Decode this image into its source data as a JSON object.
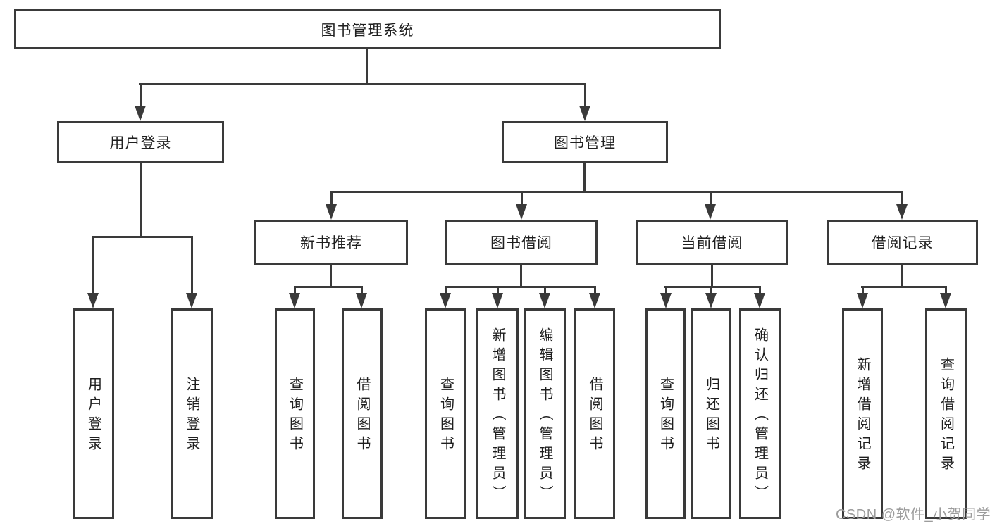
{
  "diagram": {
    "root": {
      "label": "图书管理系统"
    },
    "level2": [
      {
        "label": "用户登录"
      },
      {
        "label": "图书管理"
      }
    ],
    "level3": [
      {
        "label": "新书推荐"
      },
      {
        "label": "图书借阅"
      },
      {
        "label": "当前借阅"
      },
      {
        "label": "借阅记录"
      }
    ],
    "leaves": {
      "user_login": [
        {
          "label": "用户登录"
        },
        {
          "label": "注销登录"
        }
      ],
      "new_book": [
        {
          "label": "查询图书"
        },
        {
          "label": "借阅图书"
        }
      ],
      "book_borrow": [
        {
          "label": "查询图书"
        },
        {
          "label": "新增图书（管理员）"
        },
        {
          "label": "编辑图书（管理员）"
        },
        {
          "label": "借阅图书"
        }
      ],
      "current_borrow": [
        {
          "label": "查询图书"
        },
        {
          "label": "归还图书"
        },
        {
          "label": "确认归还（管理员）"
        }
      ],
      "borrow_record": [
        {
          "label": "新增借阅记录"
        },
        {
          "label": "查询借阅记录"
        }
      ]
    },
    "colors": {
      "line": "#3a3a3a",
      "text": "#1f1f1f",
      "watermark": "#9c9c9c",
      "background": "#ffffff"
    },
    "watermark": "CSDN @软件_小贺同学"
  }
}
